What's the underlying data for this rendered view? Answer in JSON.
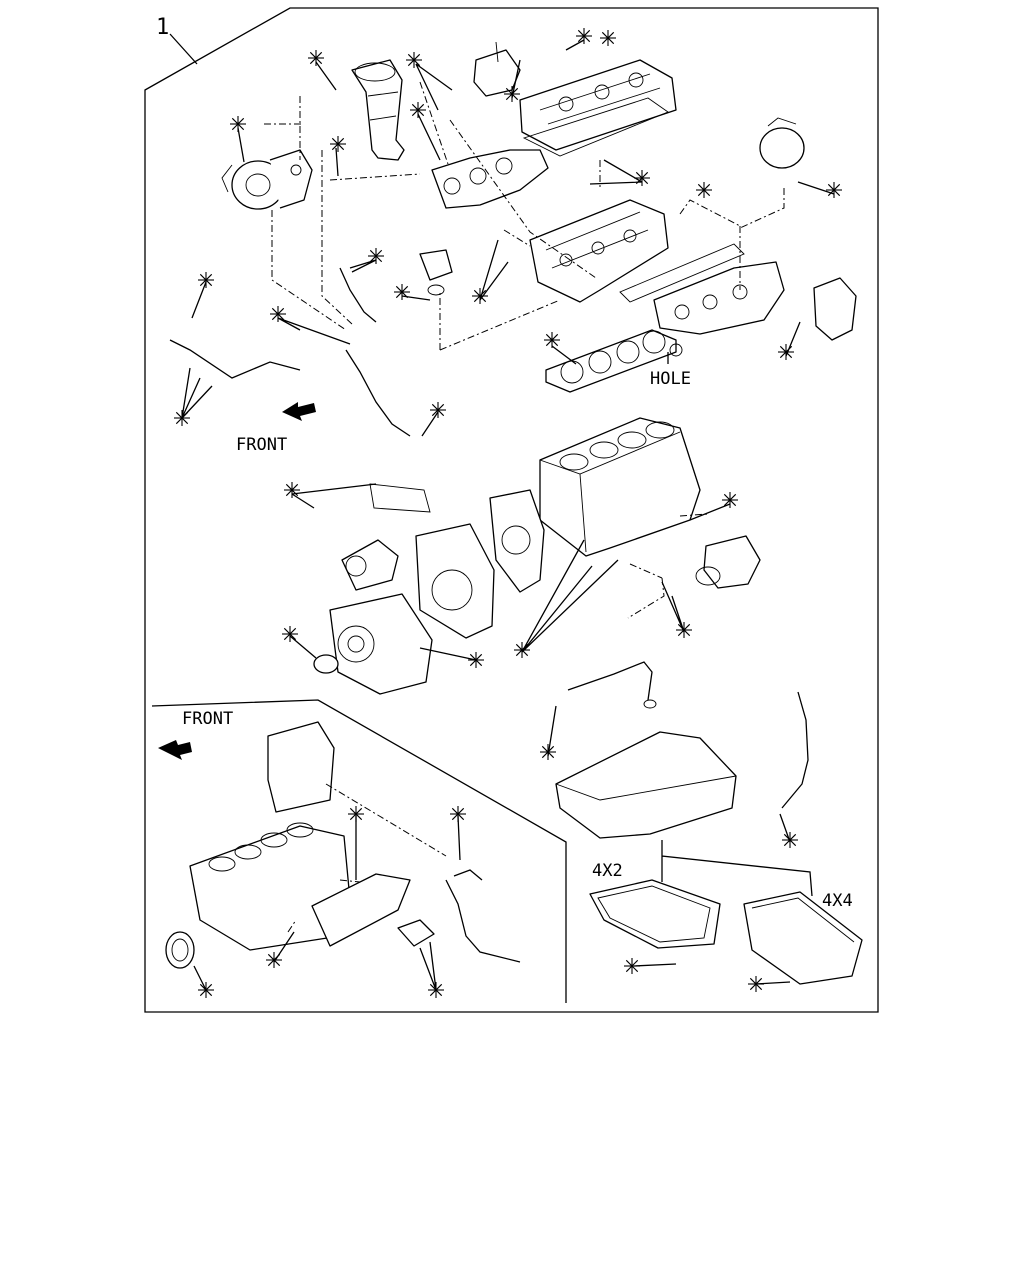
{
  "item_number": "1",
  "labels": {
    "hole": "HOLE",
    "front_upper": "FRONT",
    "front_lower": "FRONT",
    "variant_2wd": "4X2",
    "variant_4wd": "4X4"
  },
  "marker_symbol": "asterisk",
  "line_color": "#000000",
  "background": "#ffffff"
}
